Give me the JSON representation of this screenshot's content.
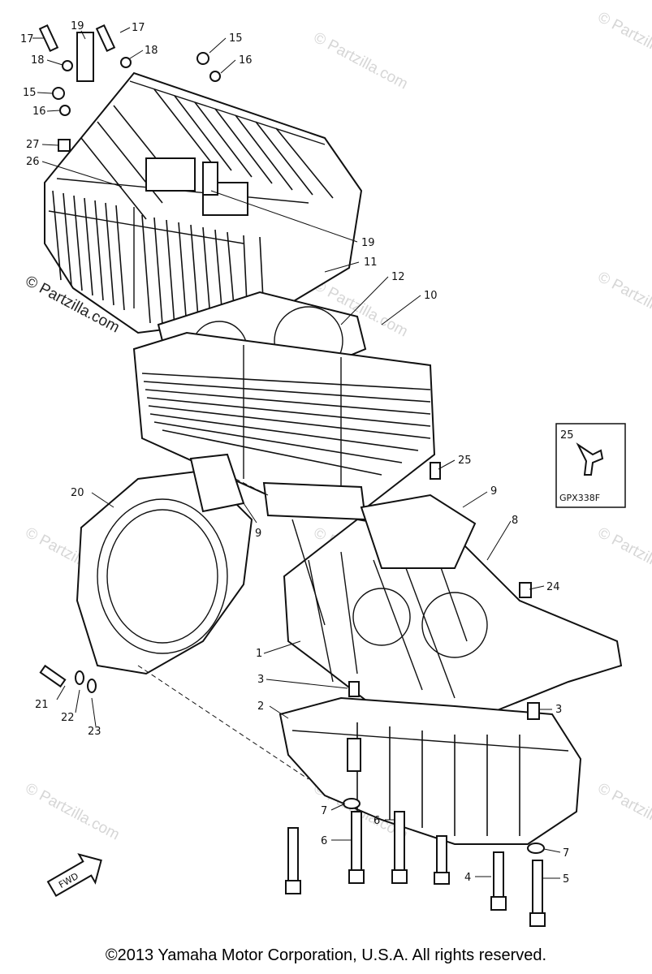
{
  "diagram": {
    "callouts": [
      {
        "id": "c17a",
        "text": "17"
      },
      {
        "id": "c19a",
        "text": "19"
      },
      {
        "id": "c17b",
        "text": "17"
      },
      {
        "id": "c18a",
        "text": "18"
      },
      {
        "id": "c18b",
        "text": "18"
      },
      {
        "id": "c15a",
        "text": "15"
      },
      {
        "id": "c16a",
        "text": "16"
      },
      {
        "id": "c15b",
        "text": "15"
      },
      {
        "id": "c16b",
        "text": "16"
      },
      {
        "id": "c27",
        "text": "27"
      },
      {
        "id": "c26",
        "text": "26"
      },
      {
        "id": "c19b",
        "text": "19"
      },
      {
        "id": "c11",
        "text": "11"
      },
      {
        "id": "c12",
        "text": "12"
      },
      {
        "id": "c10",
        "text": "10"
      },
      {
        "id": "c25",
        "text": "25"
      },
      {
        "id": "c9a",
        "text": "9"
      },
      {
        "id": "c9b",
        "text": "9"
      },
      {
        "id": "c8",
        "text": "8"
      },
      {
        "id": "c20",
        "text": "20"
      },
      {
        "id": "c24",
        "text": "24"
      },
      {
        "id": "c1",
        "text": "1"
      },
      {
        "id": "c3a",
        "text": "3"
      },
      {
        "id": "c3b",
        "text": "3"
      },
      {
        "id": "c2",
        "text": "2"
      },
      {
        "id": "c21",
        "text": "21"
      },
      {
        "id": "c22",
        "text": "22"
      },
      {
        "id": "c23",
        "text": "23"
      },
      {
        "id": "c7a",
        "text": "7"
      },
      {
        "id": "c6a",
        "text": "6"
      },
      {
        "id": "c6b",
        "text": "6"
      },
      {
        "id": "c7b",
        "text": "7"
      },
      {
        "id": "c4",
        "text": "4"
      },
      {
        "id": "c5",
        "text": "5"
      }
    ],
    "inset": {
      "part_number": "25",
      "code": "GPX338F"
    },
    "fwd_label": "FWD",
    "watermark": "© Partzilla.com"
  },
  "footer": {
    "copyright": "©2013  Yamaha Motor Corporation, U.S.A. All rights reserved."
  }
}
